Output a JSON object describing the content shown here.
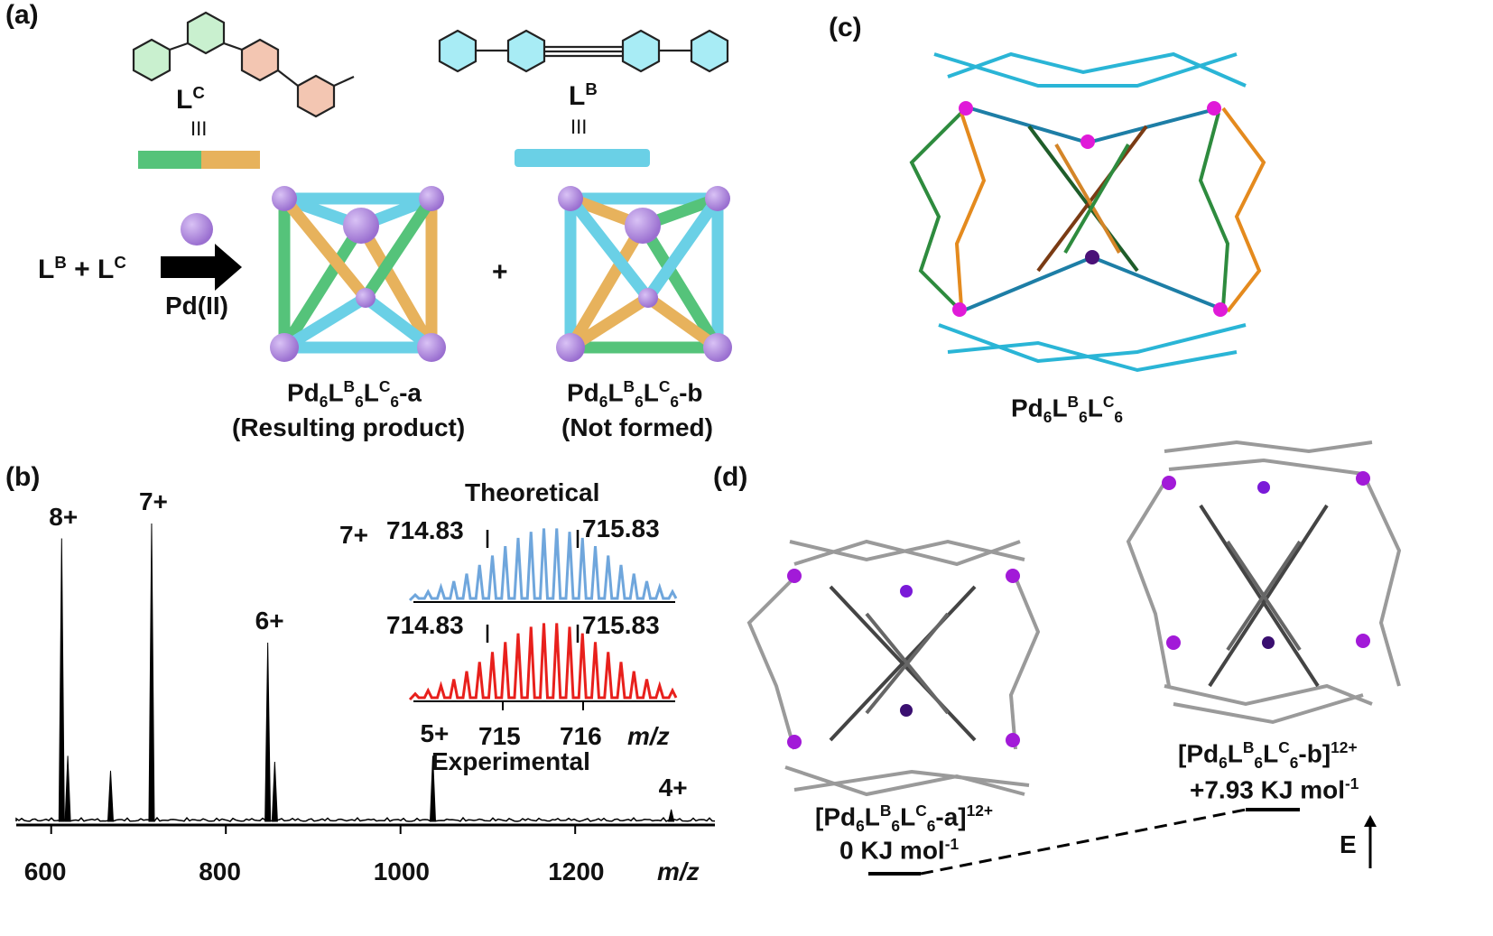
{
  "panels": {
    "a": {
      "label": "(a)",
      "ligand_c": {
        "name": "L",
        "sup": "C",
        "equiv": "III",
        "colors": [
          "#55c37a",
          "#e7b25c"
        ]
      },
      "ligand_b": {
        "name": "L",
        "sup": "B",
        "equiv": "III",
        "color": "#6ad0e6"
      },
      "reaction": {
        "reactant_b": "L",
        "reactant_b_sup": "B",
        "plus": "+",
        "reactant_c": "L",
        "reactant_c_sup": "C",
        "metal": "Pd(II)"
      },
      "product_a": {
        "formula_parts": [
          "Pd",
          "6",
          "L",
          "B",
          "6",
          "L",
          "C",
          "6",
          "-a"
        ],
        "caption": "(Resulting product)"
      },
      "plus": "+",
      "product_b": {
        "formula_parts": [
          "Pd",
          "6",
          "L",
          "B",
          "6",
          "L",
          "C",
          "6",
          "-b"
        ],
        "caption": "(Not formed)"
      }
    },
    "b": {
      "label": "(b)",
      "chart_data": {
        "type": "line",
        "xlabel": "m/z",
        "xlim": [
          560,
          1360
        ],
        "x_ticks": [
          600,
          800,
          1000,
          1200
        ],
        "peaks": [
          {
            "x": 612,
            "height": 0.95,
            "label": "8+"
          },
          {
            "x": 619,
            "height": 0.22,
            "label": ""
          },
          {
            "x": 668,
            "height": 0.17,
            "label": ""
          },
          {
            "x": 715,
            "height": 1.0,
            "label": "7+"
          },
          {
            "x": 848,
            "height": 0.6,
            "label": "6+"
          },
          {
            "x": 856,
            "height": 0.2,
            "label": ""
          },
          {
            "x": 1037,
            "height": 0.22,
            "label": "5+"
          },
          {
            "x": 1310,
            "height": 0.04,
            "label": "4+"
          }
        ]
      },
      "inset": {
        "theoretical_label": "Theoretical",
        "experimental_label": "Experimental",
        "charge_label": "7+",
        "marker_left": "714.83",
        "marker_right": "715.83",
        "x_ticks": [
          "715",
          "716"
        ],
        "xlabel": "m/z",
        "theoretical_color": "#6fa6dc",
        "experimental_color": "#e8201c"
      }
    },
    "c": {
      "label": "(c)",
      "formula_parts": [
        "Pd",
        "6",
        "L",
        "B",
        "6",
        "L",
        "C",
        "6"
      ]
    },
    "d": {
      "label": "(d)",
      "isomer_a": {
        "formula_parts": [
          "[Pd",
          "6",
          "L",
          "B",
          "6",
          "L",
          "C",
          "6",
          "-a]",
          "12+"
        ],
        "energy": "0 KJ mol",
        "energy_sup": "-1"
      },
      "isomer_b": {
        "formula_parts": [
          "[Pd",
          "6",
          "L",
          "B",
          "6",
          "L",
          "C",
          "6",
          "-b]",
          "12+"
        ],
        "energy": "+7.93 KJ mol",
        "energy_sup": "-1"
      },
      "axis_label": "E"
    }
  }
}
